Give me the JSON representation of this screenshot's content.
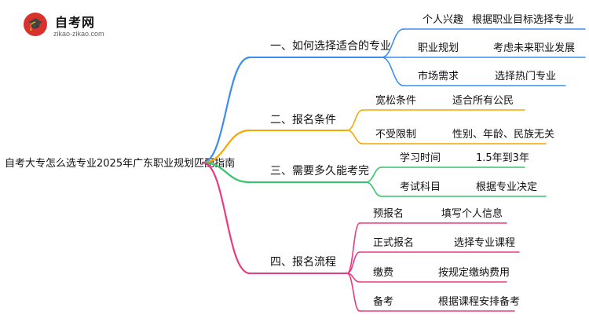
{
  "logo": {
    "icon": "graduation-cap-icon",
    "title": "自考网",
    "subtitle": "zikao-zikao.com"
  },
  "root": "自考大专怎么选专业2025年广东职业规划匹配指南",
  "colors": {
    "branch1": "#3b8df0",
    "branch2": "#f4a900",
    "branch3": "#36c46a",
    "branch4": "#ea3b82",
    "text": "#111111"
  },
  "branches": [
    {
      "label": "一、如何选择适合的专业",
      "children": [
        {
          "label": "个人兴趣",
          "detail": "根据职业目标选择专业"
        },
        {
          "label": "职业规划",
          "detail": "考虑未来职业发展"
        },
        {
          "label": "市场需求",
          "detail": "选择热门专业"
        }
      ]
    },
    {
      "label": "二、报名条件",
      "children": [
        {
          "label": "宽松条件",
          "detail": "适合所有公民"
        },
        {
          "label": "不受限制",
          "detail": "性别、年龄、民族无关"
        }
      ]
    },
    {
      "label": "三、需要多久能考完",
      "children": [
        {
          "label": "学习时间",
          "detail": "1.5年到3年"
        },
        {
          "label": "考试科目",
          "detail": "根据专业决定"
        }
      ]
    },
    {
      "label": "四、报名流程",
      "children": [
        {
          "label": "预报名",
          "detail": "填写个人信息"
        },
        {
          "label": "正式报名",
          "detail": "选择专业课程"
        },
        {
          "label": "缴费",
          "detail": "按规定缴纳费用"
        },
        {
          "label": "备考",
          "detail": "根据课程安排备考"
        }
      ]
    }
  ]
}
